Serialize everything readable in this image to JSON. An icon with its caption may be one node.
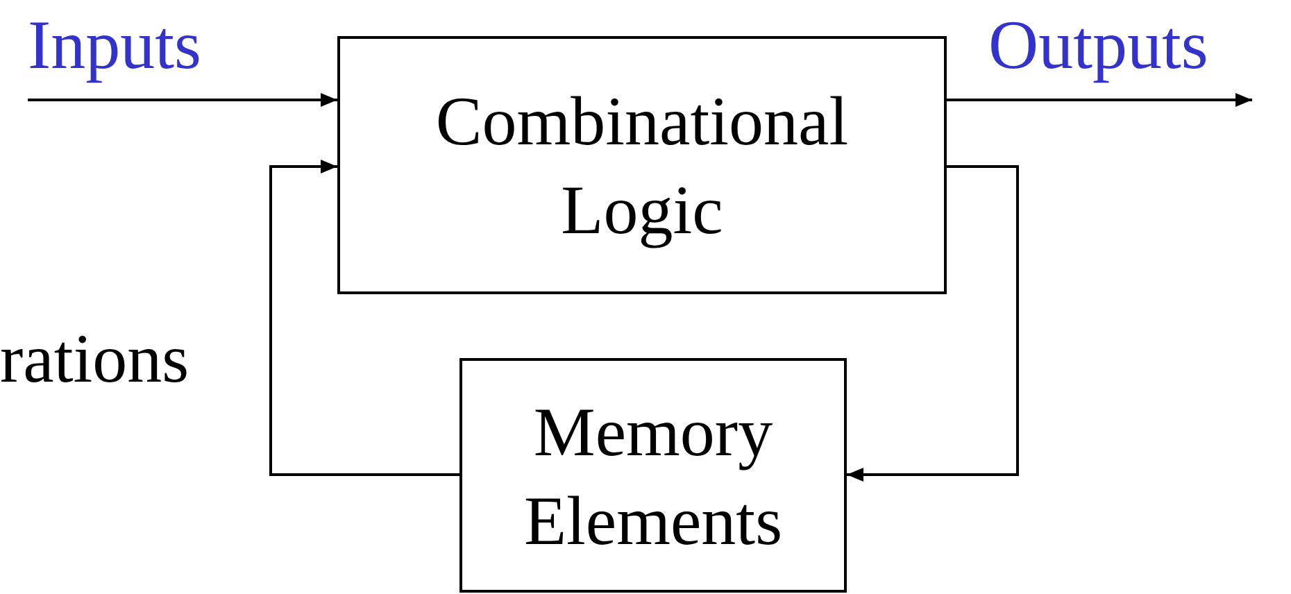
{
  "diagram": {
    "nodes": [
      {
        "text": [
          "Combinational Logic"
        ]
      },
      {
        "text": [
          "Memory Elements"
        ]
      }
    ],
    "edges": [
      {
        "from": null,
        "to": 0,
        "arrow": "to"
      },
      {
        "from": 0,
        "to": null,
        "arrow": "to"
      },
      {
        "from": 0,
        "to": 1,
        "arrow": "to"
      },
      {
        "from": 1,
        "to": 0,
        "arrow": "to"
      }
    ],
    "labels": [
      "Inputs",
      "Outputs",
      "rations"
    ]
  }
}
